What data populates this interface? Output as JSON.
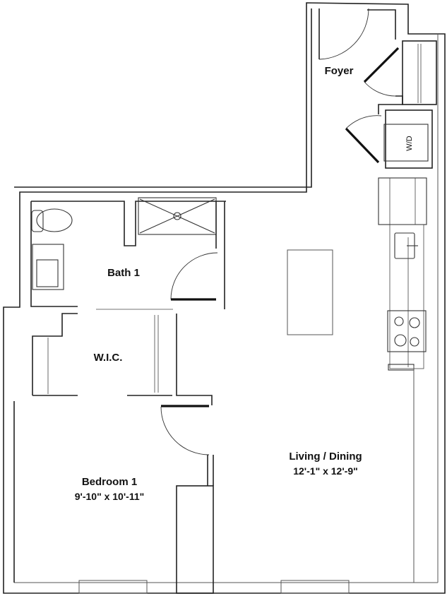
{
  "floor_plan": {
    "rooms": {
      "foyer": {
        "name": "Foyer"
      },
      "bath": {
        "name": "Bath 1"
      },
      "wic": {
        "name": "W.I.C."
      },
      "bedroom": {
        "name": "Bedroom 1",
        "dimensions": "9'-10\" x 10'-11\""
      },
      "living": {
        "name": "Living / Dining",
        "dimensions": "12'-1\" x 12'-9\""
      }
    },
    "fixtures": {
      "washer_dryer": "W/D"
    },
    "colors": {
      "wall": "#222222",
      "background": "#ffffff"
    }
  }
}
